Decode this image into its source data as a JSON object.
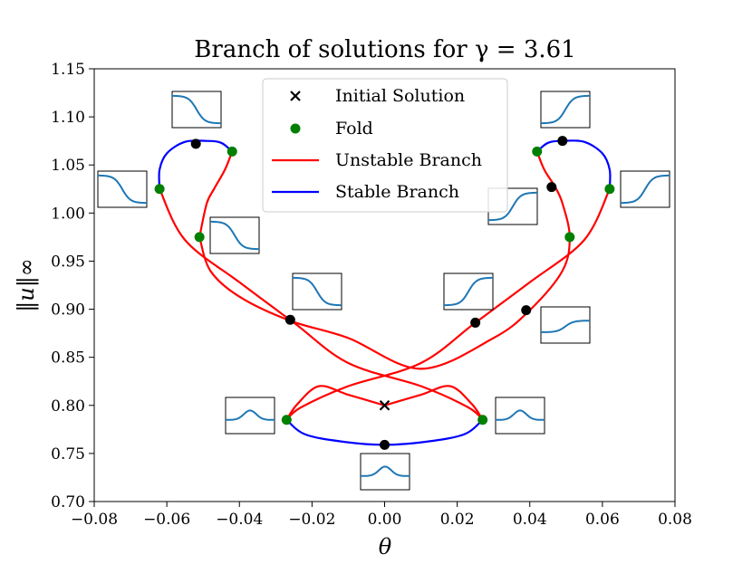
{
  "chart_data": {
    "type": "line",
    "title": "Branch of solutions for γ = 3.61",
    "xlabel": "θ",
    "ylabel": "‖u‖∞",
    "xlim": [
      -0.08,
      0.08
    ],
    "ylim": [
      0.7,
      1.15
    ],
    "xticks": [
      "−0.08",
      "−0.06",
      "−0.04",
      "−0.02",
      "0.00",
      "0.02",
      "0.04",
      "0.06",
      "0.08"
    ],
    "yticks": [
      "0.70",
      "0.75",
      "0.80",
      "0.85",
      "0.90",
      "0.95",
      "1.00",
      "1.05",
      "1.10",
      "1.15"
    ],
    "grid": false,
    "legend_position": "top-center",
    "legend": [
      "Initial Solution",
      "Fold",
      "Unstable Branch",
      "Stable Branch"
    ],
    "colors": {
      "unstable": "#ff0000",
      "stable": "#0000ff",
      "fold": "#008000",
      "point": "#000000",
      "inset_line": "#1f77b4"
    },
    "series": [
      {
        "name": "Unstable Branch",
        "segments": [
          [
            [
              0.0,
              0.8
            ],
            [
              0.01,
              0.811
            ],
            [
              0.018,
              0.82
            ],
            [
              0.024,
              0.8015
            ],
            [
              0.027,
              0.785
            ]
          ],
          [
            [
              0.0,
              0.8
            ],
            [
              -0.01,
              0.811
            ],
            [
              -0.018,
              0.82
            ],
            [
              -0.024,
              0.8015
            ],
            [
              -0.027,
              0.785
            ]
          ],
          [
            [
              -0.027,
              0.785
            ],
            [
              -0.023,
              0.798
            ],
            [
              -0.01,
              0.82
            ],
            [
              0.01,
              0.844
            ],
            [
              0.025,
              0.886
            ],
            [
              0.04,
              0.928
            ],
            [
              0.055,
              0.972
            ],
            [
              0.062,
              1.025
            ]
          ],
          [
            [
              0.027,
              0.785
            ],
            [
              0.023,
              0.798
            ],
            [
              0.01,
              0.82
            ],
            [
              -0.01,
              0.844
            ],
            [
              -0.025,
              0.886
            ],
            [
              -0.04,
              0.928
            ],
            [
              -0.055,
              0.972
            ],
            [
              -0.062,
              1.025
            ]
          ],
          [
            [
              0.042,
              1.064
            ],
            [
              0.044,
              1.045
            ],
            [
              0.047,
              1.027
            ],
            [
              0.049,
              1.01
            ],
            [
              0.051,
              0.975
            ],
            [
              0.049,
              0.94
            ],
            [
              0.04,
              0.899
            ],
            [
              0.03,
              0.87
            ],
            [
              0.01,
              0.838
            ],
            [
              -0.01,
              0.87
            ],
            [
              -0.026,
              0.888
            ],
            [
              -0.04,
              0.913
            ],
            [
              -0.048,
              0.94
            ],
            [
              -0.051,
              0.975
            ]
          ],
          [
            [
              -0.042,
              1.064
            ],
            [
              -0.044,
              1.045
            ],
            [
              -0.047,
              1.025
            ],
            [
              -0.049,
              1.01
            ],
            [
              -0.051,
              0.975
            ]
          ]
        ]
      },
      {
        "name": "Stable Branch",
        "segments": [
          [
            [
              -0.027,
              0.785
            ],
            [
              -0.022,
              0.77
            ],
            [
              -0.012,
              0.7625
            ],
            [
              0.0,
              0.759
            ],
            [
              0.012,
              0.7625
            ],
            [
              0.022,
              0.77
            ],
            [
              0.027,
              0.785
            ]
          ],
          [
            [
              0.042,
              1.064
            ],
            [
              0.045,
              1.073
            ],
            [
              0.049,
              1.075
            ],
            [
              0.055,
              1.074
            ],
            [
              0.06,
              1.062
            ],
            [
              0.062,
              1.045
            ],
            [
              0.062,
              1.025
            ]
          ],
          [
            [
              -0.042,
              1.064
            ],
            [
              -0.045,
              1.073
            ],
            [
              -0.049,
              1.075
            ],
            [
              -0.055,
              1.074
            ],
            [
              -0.06,
              1.062
            ],
            [
              -0.062,
              1.045
            ],
            [
              -0.062,
              1.025
            ]
          ]
        ]
      },
      {
        "name": "Fold",
        "points": [
          [
            -0.062,
            1.025
          ],
          [
            0.062,
            1.025
          ],
          [
            -0.042,
            1.064
          ],
          [
            0.042,
            1.064
          ],
          [
            -0.051,
            0.975
          ],
          [
            0.051,
            0.975
          ],
          [
            -0.027,
            0.785
          ],
          [
            0.027,
            0.785
          ]
        ]
      },
      {
        "name": "",
        "points": [
          [
            0.0,
            0.759
          ],
          [
            -0.052,
            1.072
          ],
          [
            0.049,
            1.075
          ],
          [
            0.046,
            1.027
          ],
          [
            -0.026,
            0.889
          ],
          [
            0.025,
            0.886
          ],
          [
            0.039,
            0.899
          ]
        ]
      },
      {
        "name": "Initial Solution",
        "points": [
          [
            0.0,
            0.8
          ]
        ]
      }
    ]
  }
}
